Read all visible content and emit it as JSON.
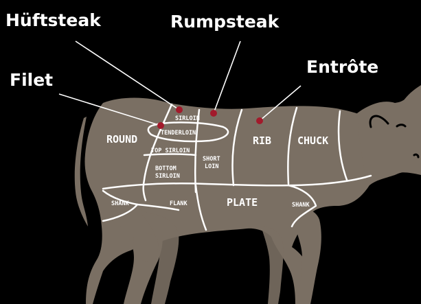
{
  "colors": {
    "background": "#000000",
    "cow": "#7a6f63",
    "cut_lines": "#ffffff",
    "marker": "#a21a2b",
    "text": "#ffffff"
  },
  "callouts": [
    {
      "id": "hueftsteak",
      "label": "Hüftsteak"
    },
    {
      "id": "rumpsteak",
      "label": "Rumpsteak"
    },
    {
      "id": "entrote",
      "label": "Entrôte"
    },
    {
      "id": "filet",
      "label": "Filet"
    }
  ],
  "cuts": {
    "round": "ROUND",
    "sirloin": "SIRLOIN",
    "tenderloin": "TENDERLOIN",
    "top_sirloin": "TOP SIRLOIN",
    "bottom_sirloin_line1": "BOTTOM",
    "bottom_sirloin_line2": "SIRLOIN",
    "short_loin_line1": "SHORT",
    "short_loin_line2": "LOIN",
    "rib": "RIB",
    "chuck": "CHUCK",
    "shank_rear": "SHANK",
    "flank": "FLANK",
    "plate": "PLATE",
    "shank_front": "SHANK"
  }
}
